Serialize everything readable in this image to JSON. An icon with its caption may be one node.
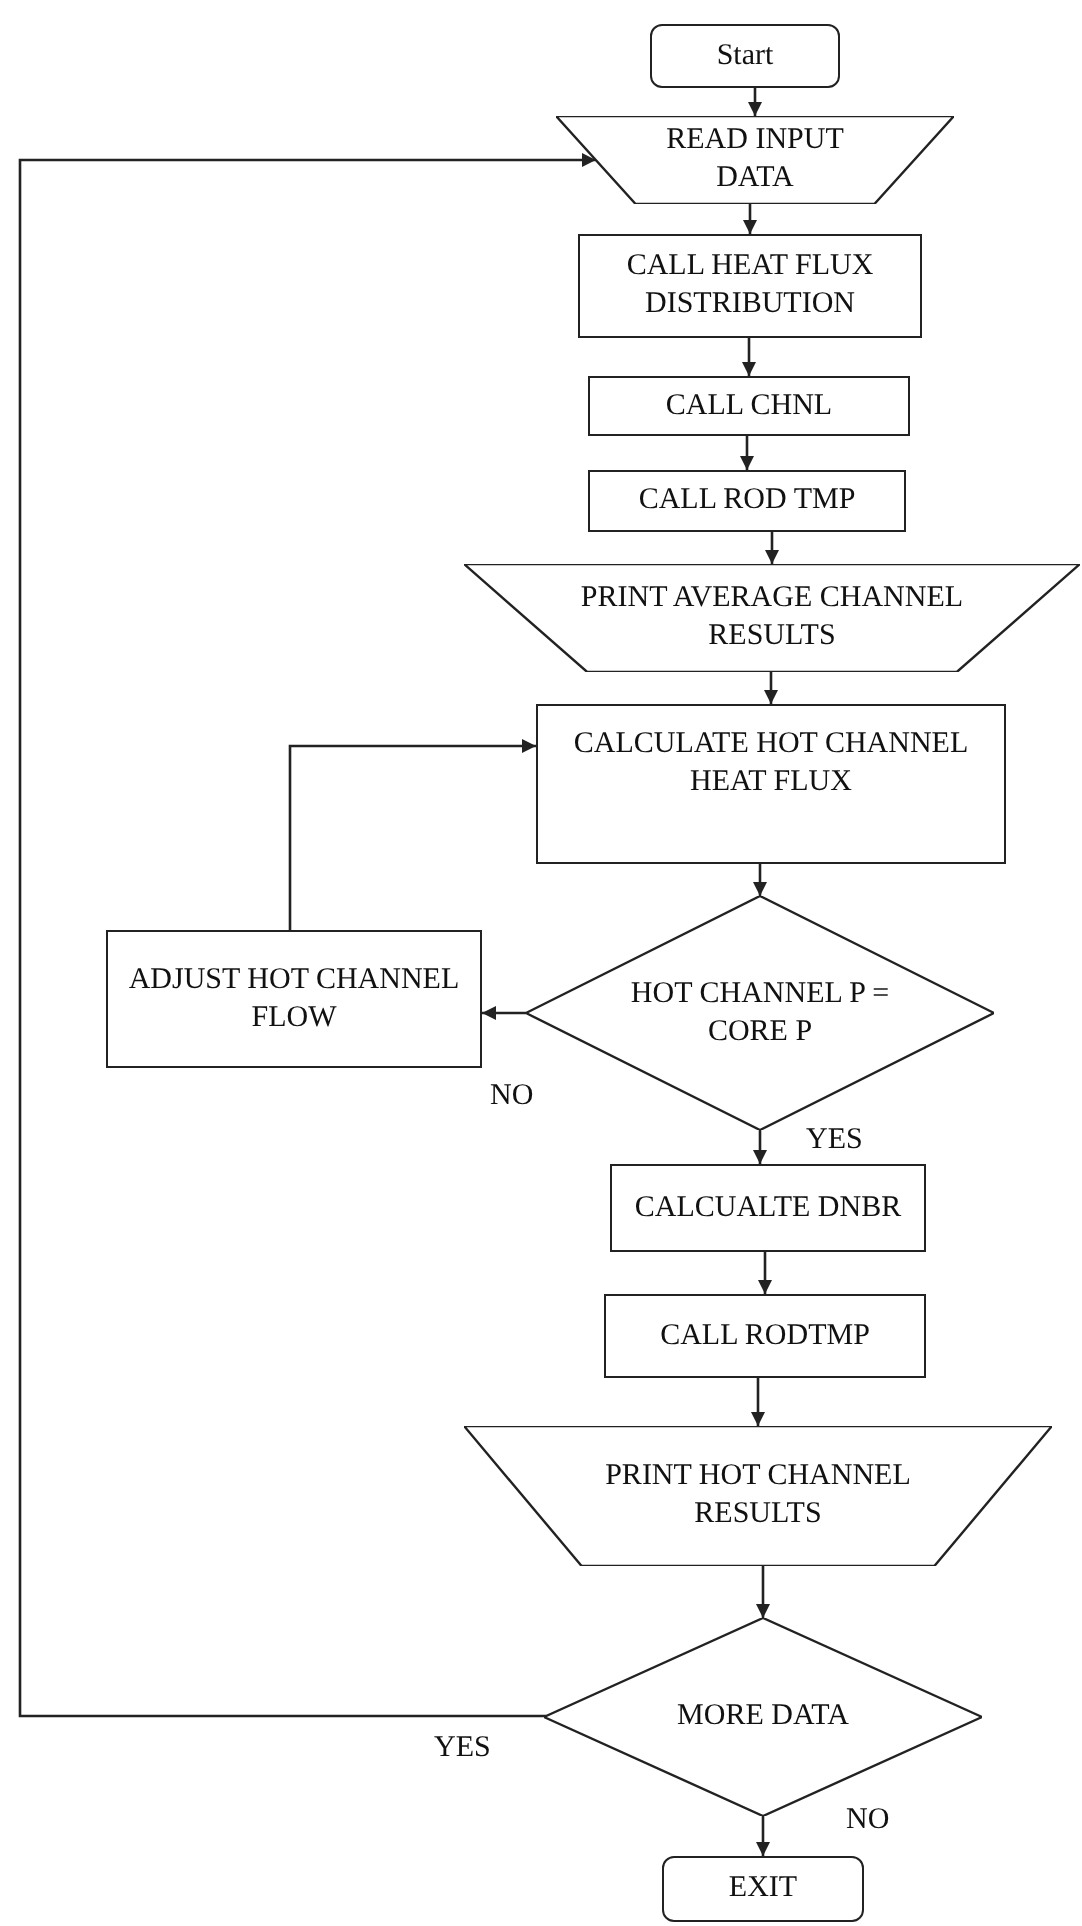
{
  "diagram": {
    "nodes": [
      {
        "text": [
          "Start"
        ]
      },
      {
        "text": [
          "READ INPUT DATA"
        ]
      },
      {
        "text": [
          "CALL HEAT FLUX DISTRIBUTION"
        ]
      },
      {
        "text": [
          "CALL CHNL"
        ]
      },
      {
        "text": [
          "CALL ROD TMP"
        ]
      },
      {
        "text": [
          "PRINT AVERAGE CHANNEL RESULTS"
        ]
      },
      {
        "text": [
          "CALCULATE HOT CHANNEL HEAT FLUX"
        ]
      },
      {
        "text": [
          "HOT CHANNEL P = CORE P"
        ]
      },
      {
        "text": [
          "ADJUST HOT CHANNEL FLOW"
        ]
      },
      {
        "text": [
          "CALCUALTE DNBR"
        ]
      },
      {
        "text": [
          "CALL RODTMP"
        ]
      },
      {
        "text": [
          "PRINT HOT CHANNEL RESULTS"
        ]
      },
      {
        "text": [
          "MORE DATA"
        ]
      },
      {
        "text": [
          "EXIT"
        ]
      }
    ],
    "edges": [
      {
        "from": 0,
        "to": 1,
        "arrow": "to"
      },
      {
        "from": 1,
        "to": 2,
        "arrow": "to"
      },
      {
        "from": 2,
        "to": 3,
        "arrow": "to"
      },
      {
        "from": 3,
        "to": 4,
        "arrow": "to"
      },
      {
        "from": 4,
        "to": 5,
        "arrow": "to"
      },
      {
        "from": 5,
        "to": 6,
        "arrow": "to"
      },
      {
        "from": 6,
        "to": 7,
        "arrow": "to"
      },
      {
        "from": 7,
        "to": 8,
        "arrow": "to",
        "label": "NO"
      },
      {
        "from": 8,
        "to": 6,
        "arrow": "to"
      },
      {
        "from": 7,
        "to": 9,
        "arrow": "to",
        "label": "YES"
      },
      {
        "from": 9,
        "to": 10,
        "arrow": "to"
      },
      {
        "from": 10,
        "to": 11,
        "arrow": "to"
      },
      {
        "from": 11,
        "to": 12,
        "arrow": "to"
      },
      {
        "from": 12,
        "to": 13,
        "arrow": "to",
        "label": "NO"
      },
      {
        "from": 12,
        "to": 1,
        "arrow": "to",
        "label": "YES"
      }
    ]
  }
}
